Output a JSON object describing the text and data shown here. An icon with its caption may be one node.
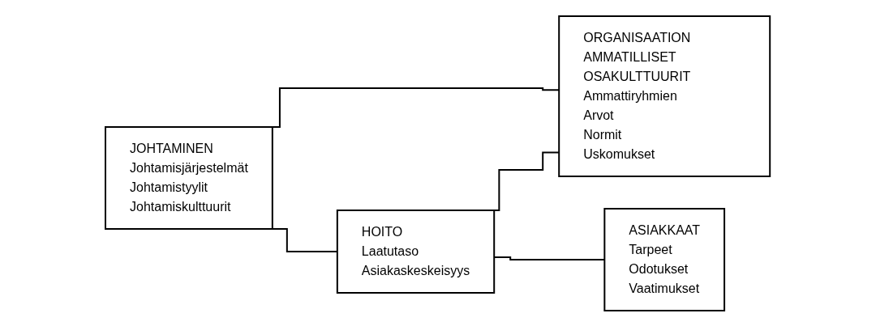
{
  "diagram": {
    "nodes": [
      {
        "text": [
          "JOHTAMINEN",
          "Johtamisjärjestelmät",
          "Johtamistyylit",
          "Johtamiskulttuurit"
        ]
      },
      {
        "text": [
          "HOITO",
          "Laatutaso",
          "Asiakaskeskeisyys"
        ]
      },
      {
        "text": [
          "ORGANISAATION AMMATILLISET OSAKULTTUURIT",
          "Ammattiryhmien",
          "Arvot",
          "Normit",
          "Uskomukset"
        ]
      },
      {
        "text": [
          "ASIAKKAAT",
          "Tarpeet",
          "Odotukset",
          "Vaatimukset"
        ]
      }
    ],
    "edges": [
      {
        "from": 0,
        "to": 1,
        "arrow": "none"
      },
      {
        "from": 0,
        "to": 2,
        "arrow": "none"
      },
      {
        "from": 1,
        "to": 2,
        "arrow": "none"
      },
      {
        "from": 1,
        "to": 3,
        "arrow": "none"
      }
    ]
  }
}
